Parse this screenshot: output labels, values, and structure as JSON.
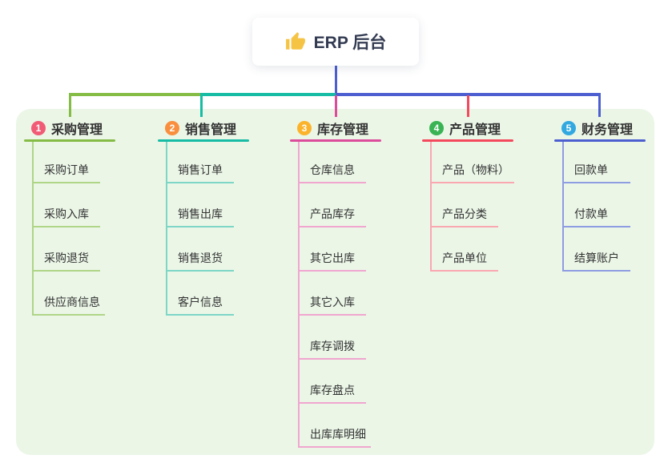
{
  "root": {
    "label": "ERP 后台",
    "icon": "thumbs-up-icon",
    "icon_color": "#F6C445",
    "text_color": "#333B52"
  },
  "canvas": {
    "page_bg": "#FFFFFF",
    "panel_bg": "#EBF6E7",
    "root_stem_color": "#4D5FD0"
  },
  "branches": [
    {
      "badge": "1",
      "badge_color": "#F15B75",
      "label": "采购管理",
      "color_main": "#85BC46",
      "color_light": "#AFD587",
      "items": [
        "采购订单",
        "采购入库",
        "采购退货",
        "供应商信息"
      ]
    },
    {
      "badge": "2",
      "badge_color": "#F98F3E",
      "label": "销售管理",
      "color_main": "#16BCA4",
      "color_light": "#7DD6C6",
      "items": [
        "销售订单",
        "销售出库",
        "销售退货",
        "客户信息"
      ]
    },
    {
      "badge": "3",
      "badge_color": "#FBB32C",
      "label": "库存管理",
      "color_main": "#DC4C9B",
      "color_light": "#F0A6CF",
      "items": [
        "仓库信息",
        "产品库存",
        "其它出库",
        "其它入库",
        "库存调拨",
        "库存盘点",
        "出库库明细"
      ]
    },
    {
      "badge": "4",
      "badge_color": "#39B354",
      "label": "产品管理",
      "color_main": "#F4495D",
      "color_light": "#F9A7B0",
      "items": [
        "产品（物料）",
        "产品分类",
        "产品单位"
      ]
    },
    {
      "badge": "5",
      "badge_color": "#31A9E0",
      "label": "财务管理",
      "color_main": "#4D5FD0",
      "color_light": "#8E9CE2",
      "items": [
        "回款单",
        "付款单",
        "结算账户"
      ]
    }
  ]
}
